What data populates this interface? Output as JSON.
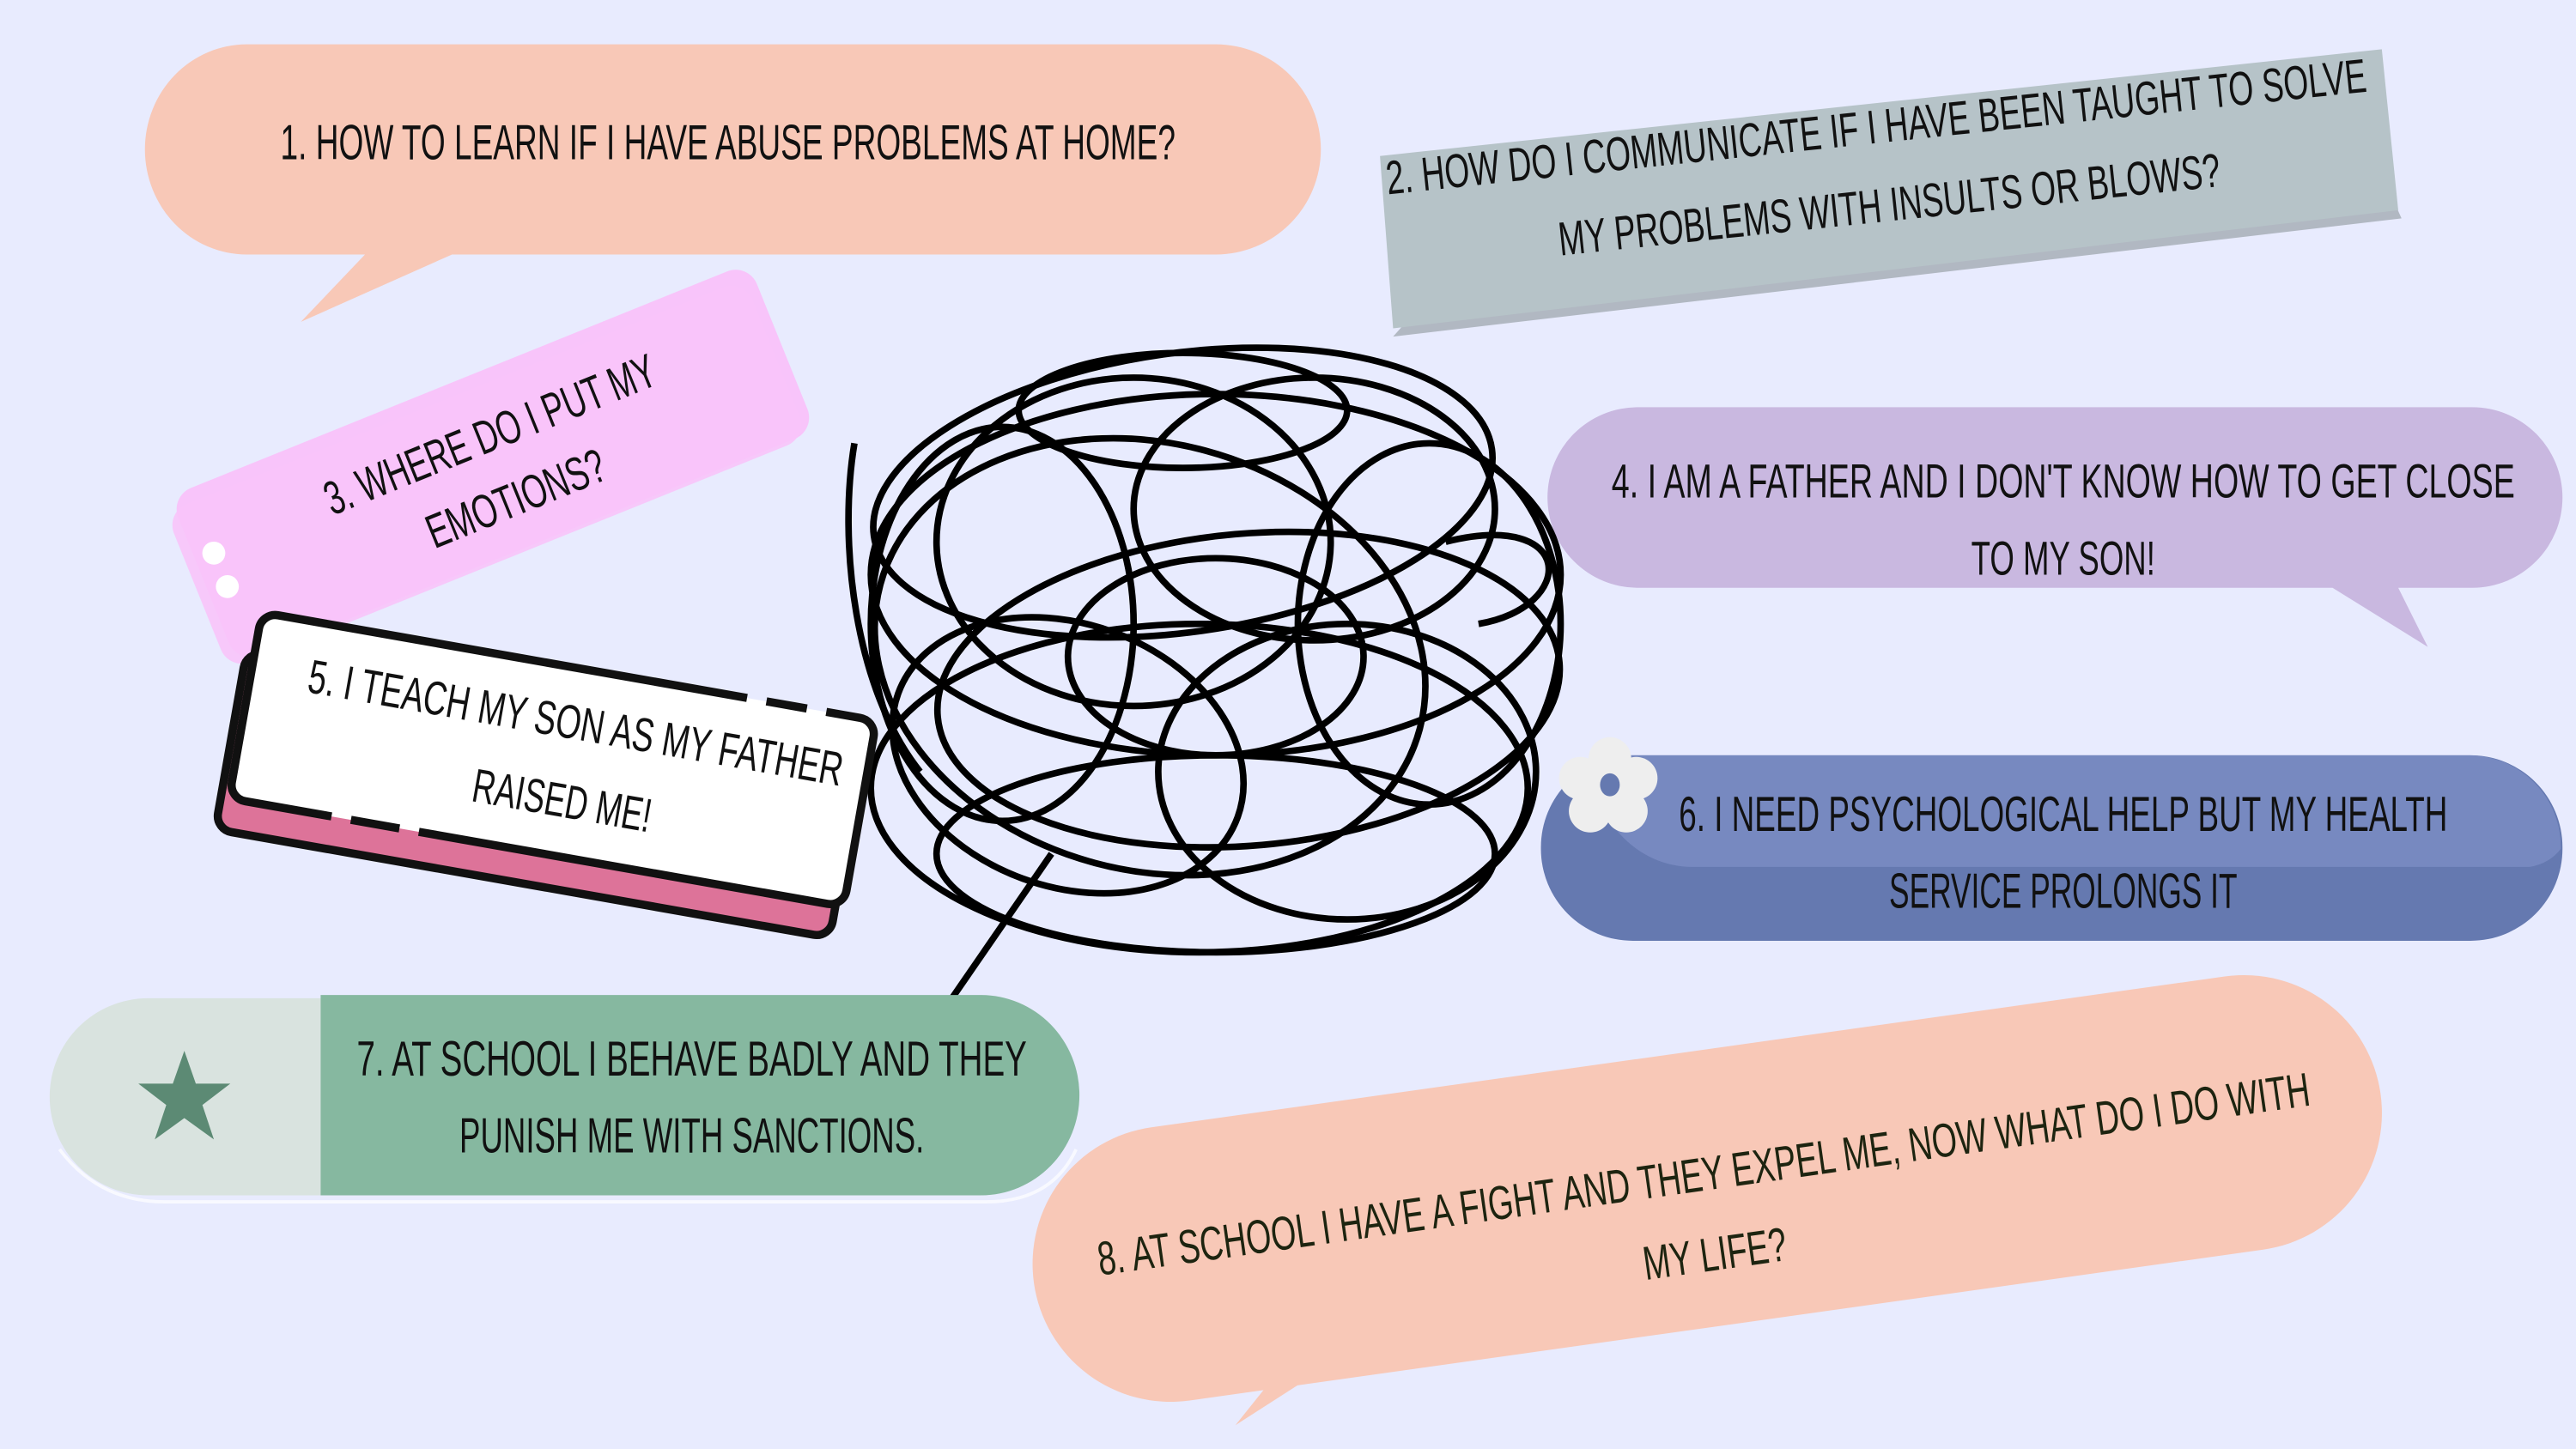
{
  "colors": {
    "background": "#e8ebfe",
    "peach": "#f8c8b7",
    "grey_tape": "#b6c3c8",
    "pink": "#f8c4fa",
    "lavender": "#c9b8e0",
    "blue": "#6579b0",
    "blue_light": "#7789c0",
    "green": "#86b8a0",
    "green_light": "#d9e3df",
    "star": "#5c8a74",
    "card_pink": "#dd7399"
  },
  "questions": [
    {
      "id": 1,
      "lines": [
        "1. HOW TO LEARN IF I HAVE ABUSE PROBLEMS AT HOME?"
      ]
    },
    {
      "id": 2,
      "lines": [
        "2. HOW DO I COMMUNICATE IF I HAVE BEEN TAUGHT TO SOLVE",
        "MY PROBLEMS WITH INSULTS OR BLOWS?"
      ]
    },
    {
      "id": 3,
      "lines": [
        "3. WHERE DO I PUT MY",
        "EMOTIONS?"
      ]
    },
    {
      "id": 4,
      "lines": [
        "4.  I AM A FATHER AND I DON'T KNOW HOW TO GET CLOSE",
        "TO MY SON!"
      ]
    },
    {
      "id": 5,
      "lines": [
        "5.  I TEACH MY SON AS MY FATHER",
        "RAISED ME!"
      ]
    },
    {
      "id": 6,
      "lines": [
        "6. I NEED PSYCHOLOGICAL HELP BUT MY HEALTH",
        "SERVICE PROLONGS IT"
      ]
    },
    {
      "id": 7,
      "lines": [
        "7.  AT SCHOOL I BEHAVE BADLY AND THEY",
        "PUNISH ME WITH SANCTIONS."
      ]
    },
    {
      "id": 8,
      "lines": [
        "8.  AT SCHOOL I HAVE A FIGHT AND THEY EXPEL ME, NOW WHAT DO I DO WITH",
        "MY LIFE?"
      ]
    }
  ],
  "icons": {
    "scribble": "tangled-scribble",
    "flower": "flower-icon",
    "star": "star-icon"
  }
}
